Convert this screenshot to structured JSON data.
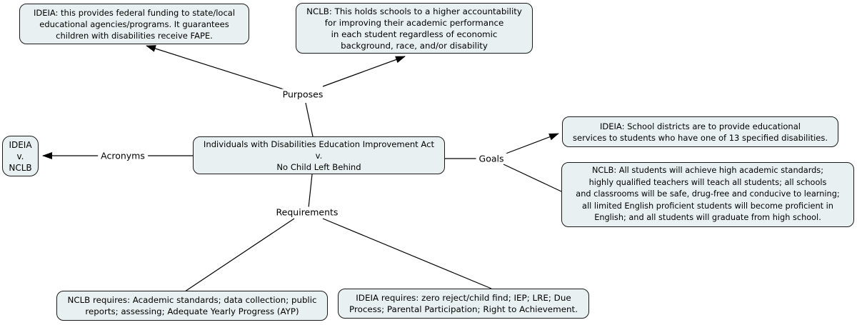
{
  "diagram": {
    "nodes": {
      "main_topic": {
        "text": "Individuals with Disabilities Education Improvement Act\nv.\nNo Child Left Behind"
      },
      "acronyms_result": {
        "text": "IDEIA\nv.\nNCLB"
      },
      "purpose_ideia": {
        "text": "IDEIA: this provides federal funding to state/local\neducational agencies/programs. It guarantees\nchildren with disabilities receive FAPE."
      },
      "purpose_nclb": {
        "text": "NCLB: This holds schools to a higher accountability\nfor improving their academic performance\nin each student regardless of economic\nbackground, race, and/or disability"
      },
      "goal_ideia": {
        "text": "IDEIA: School districts are to provide educational\nservices to students who have one of 13 specified disabilities."
      },
      "goal_nclb": {
        "text": "NCLB: All students will achieve high academic standards;\nhighly qualified teachers will teach all students; all schools\nand classrooms will be safe, drug-free and conducive to learning;\nall limited English proficient students will become proficient in\nEnglish; and all students will graduate from high school."
      },
      "requirements_nclb": {
        "text": "NCLB requires: Academic standards; data collection; public\nreports; assessing; Adequate Yearly Progress (AYP)"
      },
      "requirements_ideia": {
        "text": "IDEIA requires: zero reject/child find; IEP; LRE; Due\nProcess; Parental Participation; Right to Achievement."
      }
    },
    "link_labels": {
      "purposes": "Purposes",
      "acronyms": "Acronyms",
      "goals": "Goals",
      "requirements": "Requirements"
    },
    "colors": {
      "node_fill": "#e9f0f2",
      "node_border": "#1a1a1a",
      "connector": "#000000",
      "background": "#ffffff"
    }
  }
}
